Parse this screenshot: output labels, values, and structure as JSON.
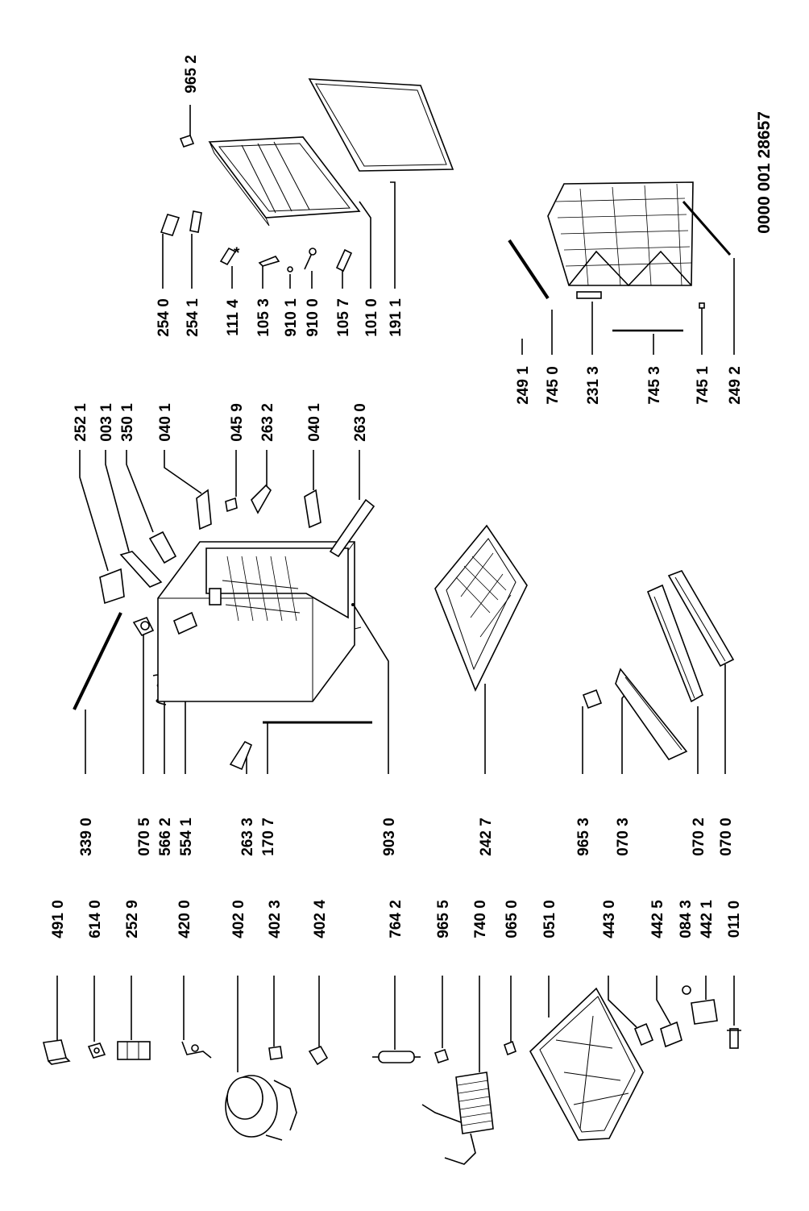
{
  "document": {
    "number": "0000 001 28657"
  },
  "parts": {
    "p4910": "491 0",
    "p6140": "614 0",
    "p2529": "252 9",
    "p4200": "420 0",
    "p4020": "402 0",
    "p4023": "402 3",
    "p4024": "402 4",
    "p7642": "764 2",
    "p9655": "965 5",
    "p7400": "740 0",
    "p0650": "065 0",
    "p0510": "051 0",
    "p4430": "443 0",
    "p4425": "442 5",
    "p0843": "084 3",
    "p4421": "442 1",
    "p0110": "011 0",
    "p3390": "339 0",
    "p0705": "070 5",
    "p5662": "566 2",
    "p5541": "554 1",
    "p2633": "263 3",
    "p1707": "170 7",
    "p9030": "903 0",
    "p2427": "242 7",
    "p9653": "965 3",
    "p0703": "070 3",
    "p0702": "070 2",
    "p0700": "070 0",
    "p2521": "252 1",
    "p0031": "003 1",
    "p3501": "350 1",
    "p0401a": "040 1",
    "p0459": "045 9",
    "p2632": "263 2",
    "p0401b": "040 1",
    "p2630": "263 0",
    "p2491": "249 1",
    "p7450": "745 0",
    "p2313": "231 3",
    "p7453": "745 3",
    "p7451": "745 1",
    "p2492": "249 2",
    "p2540": "254 0",
    "p2541": "254 1",
    "p1114": "111 4",
    "p1053": "105 3",
    "p9101": "910 1",
    "p9100": "910 0",
    "p1057": "105 7",
    "p1010": "101 0",
    "p1911": "191 1",
    "p9652": "965 2",
    "asterisk": "*"
  }
}
